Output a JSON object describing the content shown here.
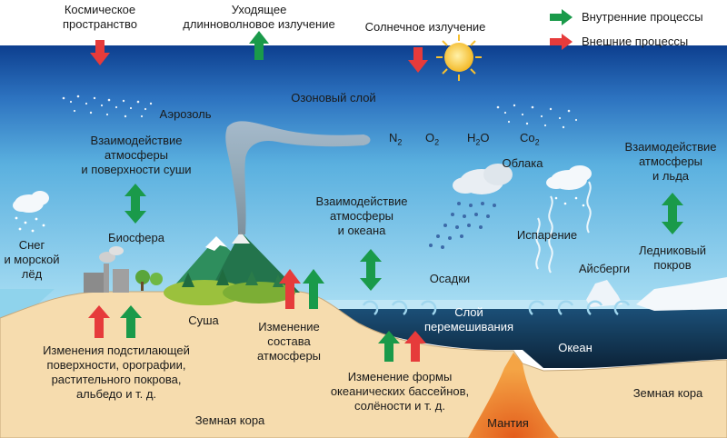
{
  "legend": {
    "internal": {
      "label": "Внутренние процессы",
      "color": "#1a9a4a"
    },
    "external": {
      "label": "Внешние процессы",
      "color": "#e63b3b"
    }
  },
  "labels": {
    "space": "Космическое\nпространство",
    "outgoing": "Уходящее\nдлинноволновое излучение",
    "solar": "Солнечное излучение",
    "ozone": "Озоновый слой",
    "aerosol": "Аэрозоль",
    "land_atm": "Взаимодействие\nатмосферы\nи поверхности суши",
    "biosphere": "Биосфера",
    "snow": "Снег\nи морской\nлёд",
    "atm_ocean": "Взаимодействие\nатмосферы\nи океана",
    "clouds": "Облака",
    "evaporation": "Испарение",
    "precip": "Осадки",
    "atm_ice": "Взаимодействие\nатмосферы\nи льда",
    "glacier": "Ледниковый\nпокров",
    "icebergs": "Айсберги",
    "mixing": "Слой\nперемешивания",
    "ocean": "Океан",
    "land": "Суша",
    "comp_change": "Изменение\nсостава\nатмосферы",
    "surface_change": "Изменения подстилающей\nповерхности, орографии,\nрастительного покрова,\nальбедо и т. д.",
    "ocean_change": "Изменение формы\nокеанических бассейнов,\nсолёности и т. д.",
    "mantle": "Мантия",
    "crust_left": "Земная кора",
    "crust_right": "Земная кора"
  },
  "gases": [
    {
      "base": "N",
      "sub": "2"
    },
    {
      "base": "O",
      "sub": "2"
    },
    {
      "base": "H",
      "sub": "2",
      "tail": "O"
    },
    {
      "base": "Co",
      "sub": "2"
    }
  ],
  "colors": {
    "sky_top": "#0d3f8f",
    "sky_mid": "#3c8fd0",
    "sky_low": "#8ad0ea",
    "ocean_surface": "#b8e4f5",
    "ocean_deep": "#0f2d4a",
    "land": "#f5ddb0",
    "mantle": "#e87b2a",
    "sun": "#f6c030"
  }
}
